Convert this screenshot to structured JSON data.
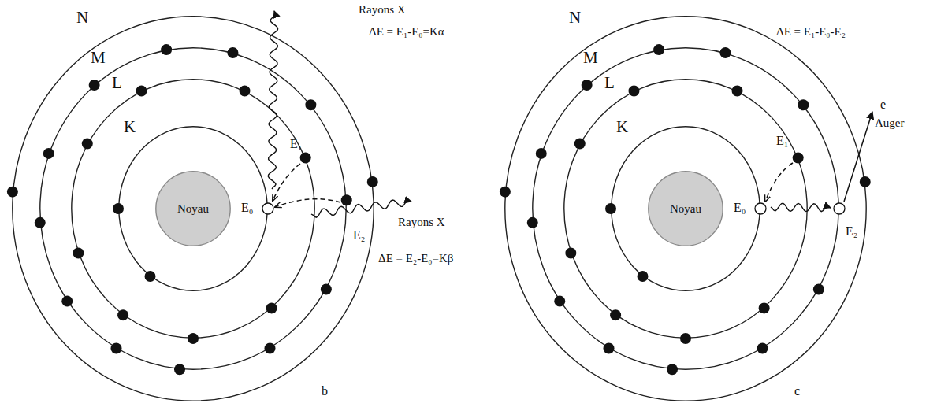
{
  "diagram": {
    "nodes": [
      {
        "text": [
          "N"
        ]
      },
      {
        "text": [
          "M"
        ],
        "in": 0
      },
      {
        "text": [
          "L"
        ],
        "in": 1
      },
      {
        "text": [
          "K"
        ],
        "in": 2
      },
      {
        "text": [
          "Noyau"
        ],
        "in": 3
      },
      {
        "text": [
          "N"
        ]
      },
      {
        "text": [
          "M"
        ],
        "in": 5
      },
      {
        "text": [
          "L"
        ],
        "in": 6
      },
      {
        "text": [
          "K"
        ],
        "in": 7
      },
      {
        "text": [
          "Noyau"
        ],
        "in": 8
      }
    ],
    "labels": [
      "Rayons X",
      "ΔE = E₁-E₀=Kα",
      "E₁",
      "E₀",
      "Rayons X",
      "E₂",
      "ΔE = E₂-E₀=Kβ",
      "b",
      "E₁",
      "ΔE = E₁-E₀-E₂",
      "E₀",
      "E₂",
      "e⁻",
      "Auger",
      "c"
    ]
  }
}
